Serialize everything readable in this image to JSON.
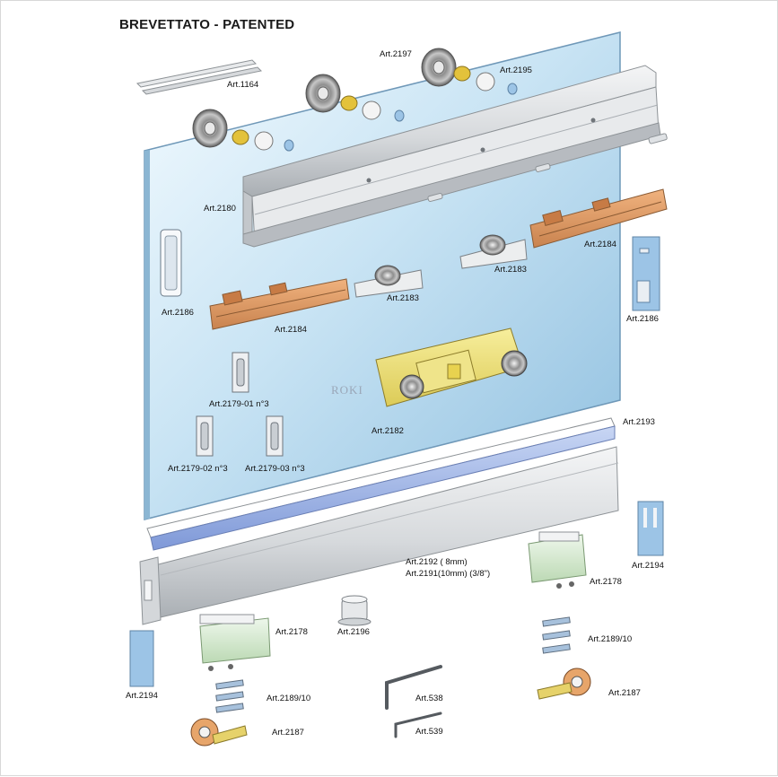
{
  "title": "BREVETTATO - PATENTED",
  "watermark": "ROKI",
  "colors": {
    "glass_light": "#eaf5fb",
    "glass_mid": "#b9dbef",
    "glass_dark": "#7fb3d6",
    "aluminium": "#d9dcdf",
    "aluminium_dark": "#9fa4a9",
    "carriage_orange": "#d99a66",
    "carriage_yellow": "#eee07a",
    "guide_green": "#d7ead2",
    "clip_blue": "#9cc4e6"
  },
  "labels": {
    "art1164": "Art.1164",
    "art2197": "Art.2197",
    "art2195": "Art.2195",
    "art2180": "Art.2180",
    "art2184_right": "Art.2184",
    "art2183_right": "Art.2183",
    "art2183_left": "Art.2183",
    "art2186_left": "Art.2186",
    "art2186_right": "Art.2186",
    "art2184_left": "Art.2184",
    "art2179_01": "Art.2179-01 n°3",
    "art2182": "Art.2182",
    "art2193": "Art.2193",
    "art2179_02": "Art.2179-02 n°3",
    "art2179_03": "Art.2179-03 n°3",
    "art2194_right": "Art.2194",
    "art2192": "Art.2192 ( 8mm)",
    "art2191": "Art.2191(10mm) (3/8\")",
    "art2178_right": "Art.2178",
    "art2178_left": "Art.2178",
    "art2196": "Art.2196",
    "art2189_right": "Art.2189/10",
    "art2194_left": "Art.2194",
    "art2189_left": "Art.2189/10",
    "art538": "Art.538",
    "art2187_right": "Art.2187",
    "art2187_left": "Art.2187",
    "art539": "Art.539"
  }
}
